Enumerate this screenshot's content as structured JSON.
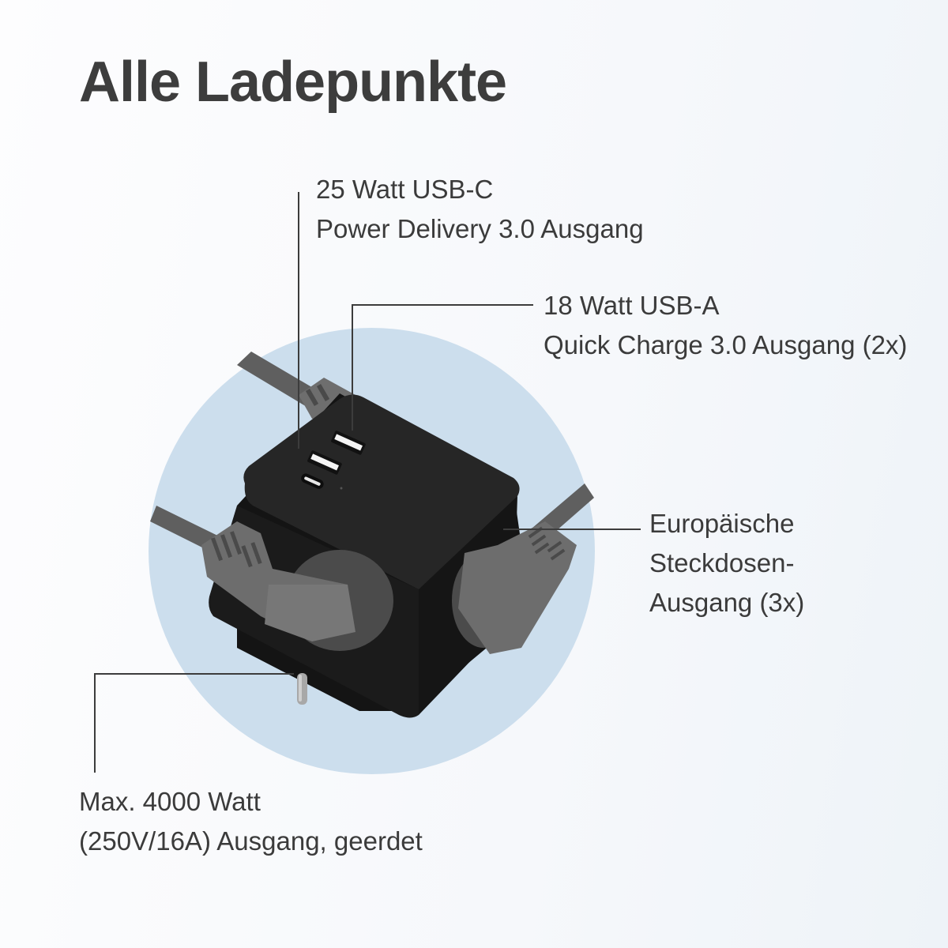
{
  "title": "Alle Ladepunkte",
  "colors": {
    "background": "#f6f8fb",
    "circle": "#ccdeed",
    "text": "#3b3b3b",
    "cube": "#1f1f1f",
    "plug": "#6b6b6b"
  },
  "callouts": {
    "usb_c": {
      "line1": "25 Watt USB-C",
      "line2": "Power Delivery 3.0 Ausgang"
    },
    "usb_a": {
      "line1": "18 Watt USB-A",
      "line2": "Quick Charge 3.0 Ausgang (2x)"
    },
    "sockets": {
      "line1": "Europäische",
      "line2": "Steckdosen-",
      "line3": "Ausgang (3x)"
    },
    "max_power": {
      "line1": "Max. 4000 Watt",
      "line2": "(250V/16A) Ausgang, geerdet"
    }
  },
  "product": {
    "name": "power-cube",
    "ports": [
      "usb-a-port",
      "usb-a-port",
      "usb-c-port"
    ],
    "plugs": 3
  }
}
